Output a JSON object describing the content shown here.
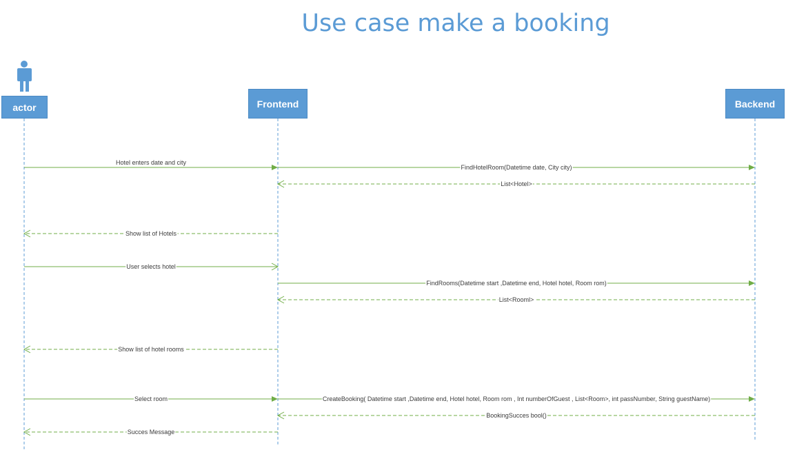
{
  "title": "Use case make a booking",
  "colors": {
    "accent": "#5b9bd5",
    "sync_arrow": "#70ad47",
    "return_arrow": "#70ad47",
    "lifeline": "#5b9bd5"
  },
  "participants": [
    {
      "id": "actor",
      "label": "actor",
      "icon": "person-icon"
    },
    {
      "id": "frontend",
      "label": "Frontend"
    },
    {
      "id": "backend",
      "label": "Backend"
    }
  ],
  "messages": [
    {
      "from": "actor",
      "to": "frontend",
      "type": "sync",
      "label": "Hotel enters date and city"
    },
    {
      "from": "frontend",
      "to": "backend",
      "type": "sync",
      "label": "FindHotelRoom(Datetime date, City city)"
    },
    {
      "from": "backend",
      "to": "frontend",
      "type": "return",
      "label": "List<Hotel>"
    },
    {
      "from": "frontend",
      "to": "actor",
      "type": "return",
      "label": "Show list of Hotels"
    },
    {
      "from": "actor",
      "to": "frontend",
      "type": "async",
      "label": "User selects hotel"
    },
    {
      "from": "frontend",
      "to": "backend",
      "type": "sync",
      "label": "FindRooms(Datetime start ,Datetime end, Hotel hotel, Room rom)"
    },
    {
      "from": "backend",
      "to": "frontend",
      "type": "return",
      "label": "List<Rooml>"
    },
    {
      "from": "frontend",
      "to": "actor",
      "type": "return",
      "label": "Show list of hotel rooms"
    },
    {
      "from": "actor",
      "to": "frontend",
      "type": "sync",
      "label": "Select room"
    },
    {
      "from": "frontend",
      "to": "backend",
      "type": "sync",
      "label": "CreateBooking(   Datetime start ,Datetime end, Hotel hotel, Room rom , Int numberOfGuest , List<Room>, int passNumber, String guestName)"
    },
    {
      "from": "backend",
      "to": "frontend",
      "type": "return",
      "label": "BookingSucces bool()"
    },
    {
      "from": "frontend",
      "to": "actor",
      "type": "return",
      "label": "Succes Message"
    }
  ]
}
